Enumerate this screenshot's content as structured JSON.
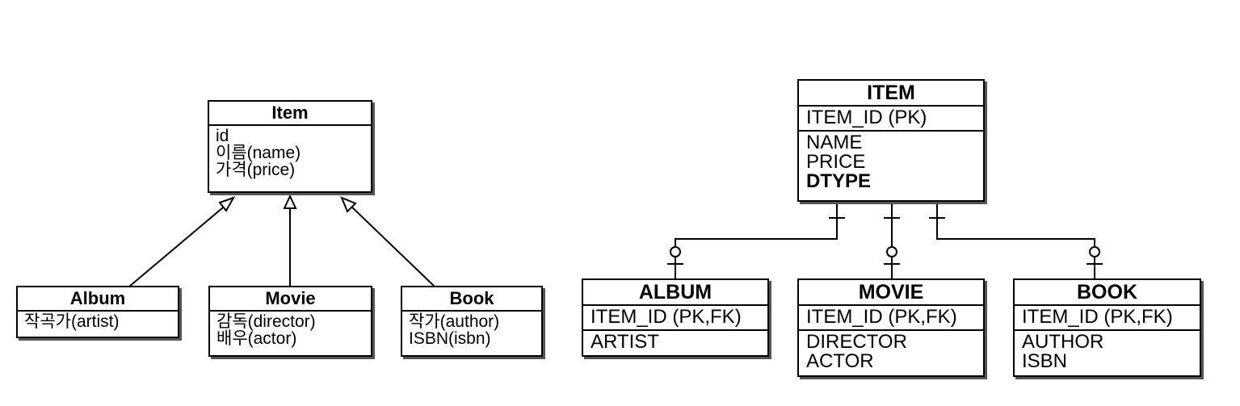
{
  "class_diagram": {
    "item": {
      "title": "Item",
      "fields": [
        "id",
        "이름(name)",
        "가격(price)"
      ]
    },
    "album": {
      "title": "Album",
      "fields": [
        "작곡가(artist)"
      ]
    },
    "movie": {
      "title": "Movie",
      "fields": [
        "감독(director)",
        "배우(actor)"
      ]
    },
    "book": {
      "title": "Book",
      "fields": [
        "작가(author)",
        "ISBN(isbn)"
      ]
    }
  },
  "table_diagram": {
    "item": {
      "title": "ITEM",
      "key": "ITEM_ID (PK)",
      "columns": [
        "NAME",
        "PRICE",
        "DTYPE"
      ]
    },
    "album": {
      "title": "ALBUM",
      "key": "ITEM_ID (PK,FK)",
      "columns": [
        "ARTIST"
      ]
    },
    "movie": {
      "title": "MOVIE",
      "key": "ITEM_ID (PK,FK)",
      "columns": [
        "DIRECTOR",
        "ACTOR"
      ]
    },
    "book": {
      "title": "BOOK",
      "key": "ITEM_ID (PK,FK)",
      "columns": [
        "AUTHOR",
        "ISBN"
      ]
    }
  }
}
